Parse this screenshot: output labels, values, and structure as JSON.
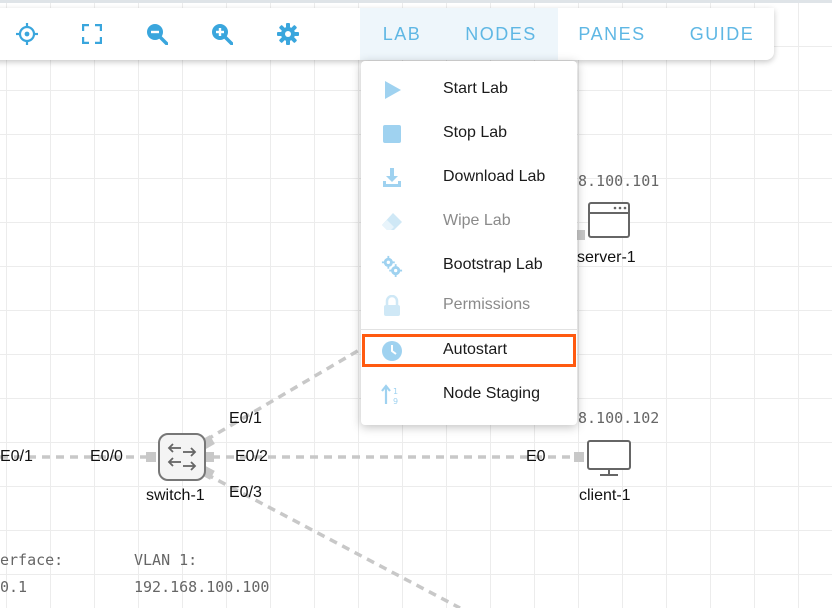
{
  "toolbar": {
    "tools": [
      {
        "name": "locate",
        "icon": "crosshair-icon"
      },
      {
        "name": "fit",
        "icon": "fullscreen-icon"
      },
      {
        "name": "zoom-out",
        "icon": "zoom-out-icon"
      },
      {
        "name": "zoom-in",
        "icon": "zoom-in-icon"
      },
      {
        "name": "settings",
        "icon": "gear-icon"
      }
    ],
    "menus": [
      "LAB",
      "NODES",
      "PANES",
      "GUIDE"
    ]
  },
  "lab_menu": {
    "items": [
      {
        "label": "Start Lab",
        "icon": "play-icon",
        "enabled": true
      },
      {
        "label": "Stop Lab",
        "icon": "stop-icon",
        "enabled": true
      },
      {
        "label": "Download Lab",
        "icon": "download-icon",
        "enabled": true
      },
      {
        "label": "Wipe Lab",
        "icon": "eraser-icon",
        "enabled": false
      },
      {
        "label": "Bootstrap Lab",
        "icon": "gears-icon",
        "enabled": true
      },
      {
        "label": "Permissions",
        "icon": "lock-icon",
        "enabled": false
      },
      {
        "label": "Autostart",
        "icon": "clock-icon",
        "enabled": true,
        "highlighted": true
      },
      {
        "label": "Node Staging",
        "icon": "sort-icon",
        "enabled": true
      }
    ]
  },
  "topology": {
    "switch": {
      "name": "switch-1",
      "ports": [
        "E0/0",
        "E0/1",
        "E0/2",
        "E0/3"
      ]
    },
    "left_port": "E0/1",
    "server": {
      "name": "server-1",
      "ip_partial": "8.100.101"
    },
    "client": {
      "name": "client-1",
      "ip_partial": "8.100.102",
      "port": "E0"
    },
    "annotation": {
      "line1_left": "erface:",
      "line2_left": "0.1",
      "line1_right": "VLAN 1:",
      "line2_right": "192.168.100.100"
    }
  },
  "colors": {
    "accent": "#5fb7e4",
    "highlight": "#ff5a10",
    "link": "#c8c8c8"
  }
}
